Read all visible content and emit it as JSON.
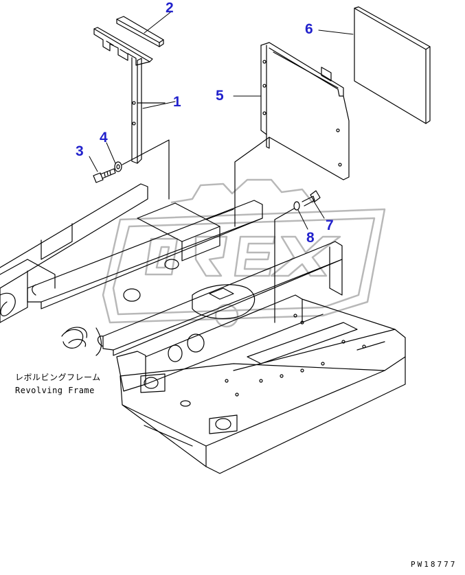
{
  "callouts": {
    "c1": "1",
    "c2": "2",
    "c3": "3",
    "c4": "4",
    "c5": "5",
    "c6": "6",
    "c7": "7",
    "c8": "8"
  },
  "frame_label": {
    "jp": "レボルビングフレーム",
    "en": "Revolving Frame"
  },
  "watermark": "OREX",
  "drawing_code": "PW18777",
  "colors": {
    "callout": "#2222cc",
    "line": "#000000",
    "watermark": "#b8b8b8"
  }
}
